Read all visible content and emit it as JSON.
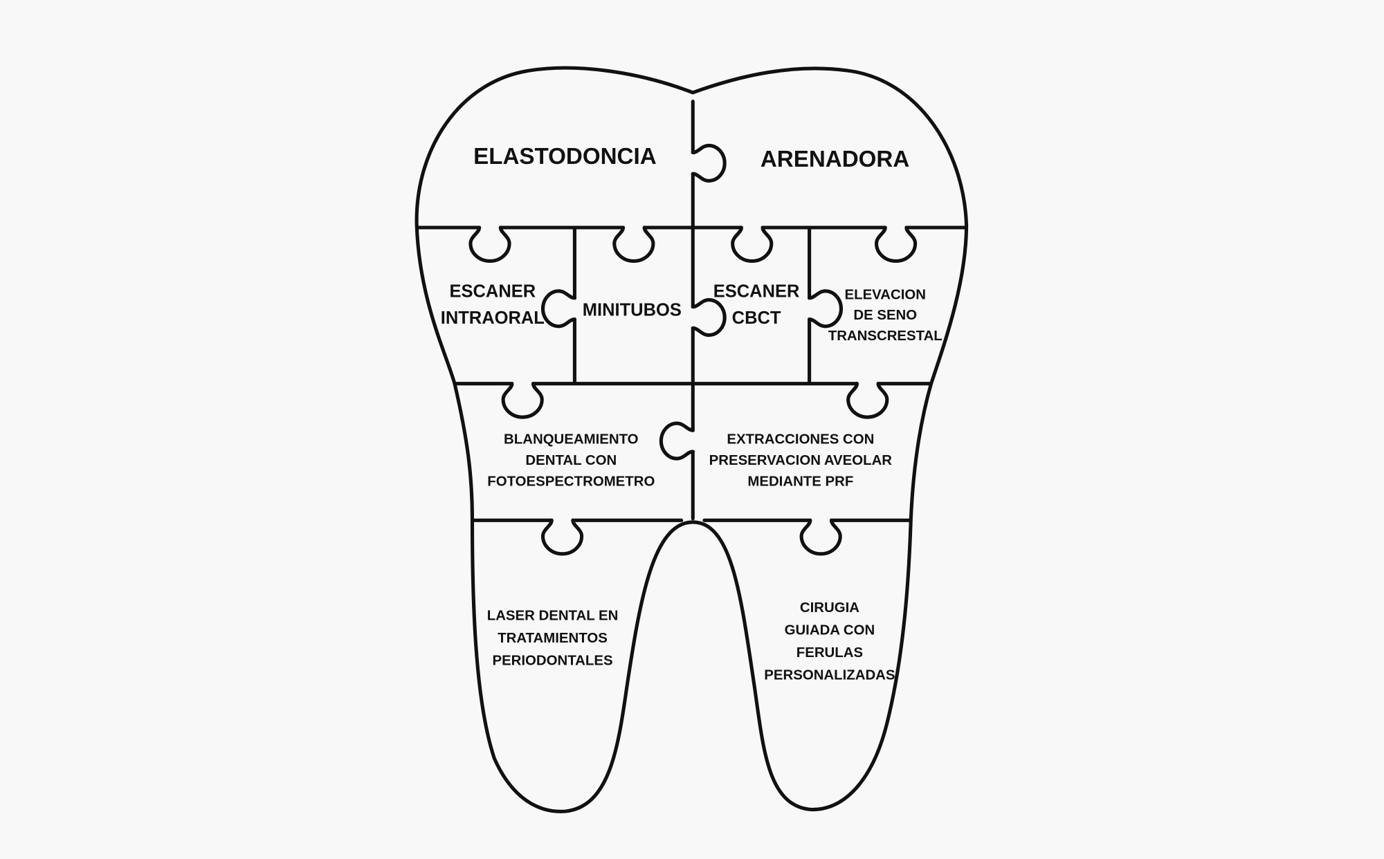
{
  "diagram": {
    "pieces": [
      {
        "id": "elastodoncia",
        "lines": [
          "ELASTODONCIA"
        ]
      },
      {
        "id": "arenadora",
        "lines": [
          "ARENADORA"
        ]
      },
      {
        "id": "escaner-intraoral",
        "lines": [
          "ESCANER",
          "INTRAORAL"
        ]
      },
      {
        "id": "minitubos",
        "lines": [
          "MINITUBOS"
        ]
      },
      {
        "id": "escaner-cbct",
        "lines": [
          "ESCANER",
          "CBCT"
        ]
      },
      {
        "id": "elevacion-seno",
        "lines": [
          "ELEVACION",
          "DE SENO",
          "TRANSCRESTAL"
        ]
      },
      {
        "id": "blanqueamiento",
        "lines": [
          "BLANQUEAMIENTO",
          "DENTAL CON",
          "FOTOESPECTROMETRO"
        ]
      },
      {
        "id": "extracciones",
        "lines": [
          "EXTRACCIONES CON",
          "PRESERVACION AVEOLAR",
          "MEDIANTE PRF"
        ]
      },
      {
        "id": "laser",
        "lines": [
          "LASER DENTAL EN",
          "TRATAMIENTOS",
          "PERIODONTALES"
        ]
      },
      {
        "id": "cirugia",
        "lines": [
          "CIRUGIA",
          "GUIADA CON",
          "FERULAS",
          "PERSONALIZADAS"
        ]
      }
    ]
  }
}
